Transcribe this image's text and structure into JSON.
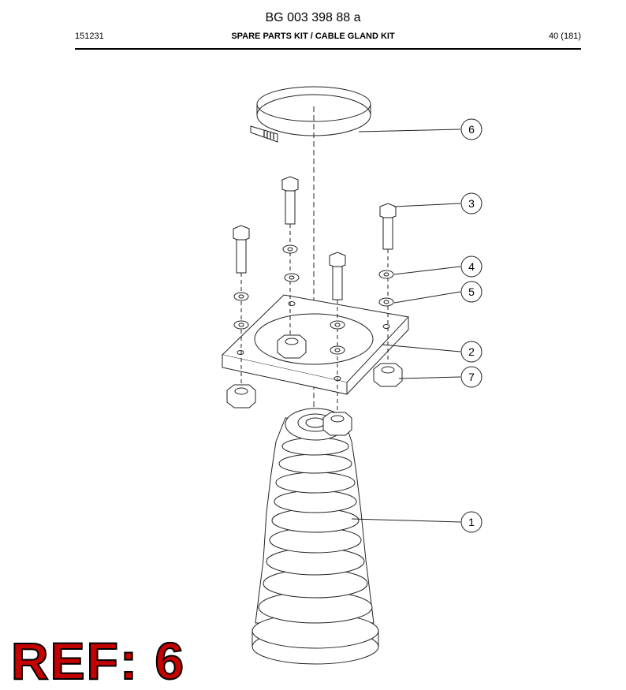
{
  "header": {
    "doc_number": "BG 003 398 88 a",
    "code": "151231",
    "title": "SPARE PARTS KIT / CABLE GLAND KIT",
    "page": "40 (181)"
  },
  "callouts": [
    {
      "label": "6",
      "part": "hose clamp"
    },
    {
      "label": "3",
      "part": "hex bolt"
    },
    {
      "label": "4",
      "part": "lock washer"
    },
    {
      "label": "5",
      "part": "flat washer"
    },
    {
      "label": "2",
      "part": "mounting plate"
    },
    {
      "label": "7",
      "part": "hex nut"
    },
    {
      "label": "1",
      "part": "cable gland boot"
    }
  ],
  "ref_label": "REF: 6"
}
